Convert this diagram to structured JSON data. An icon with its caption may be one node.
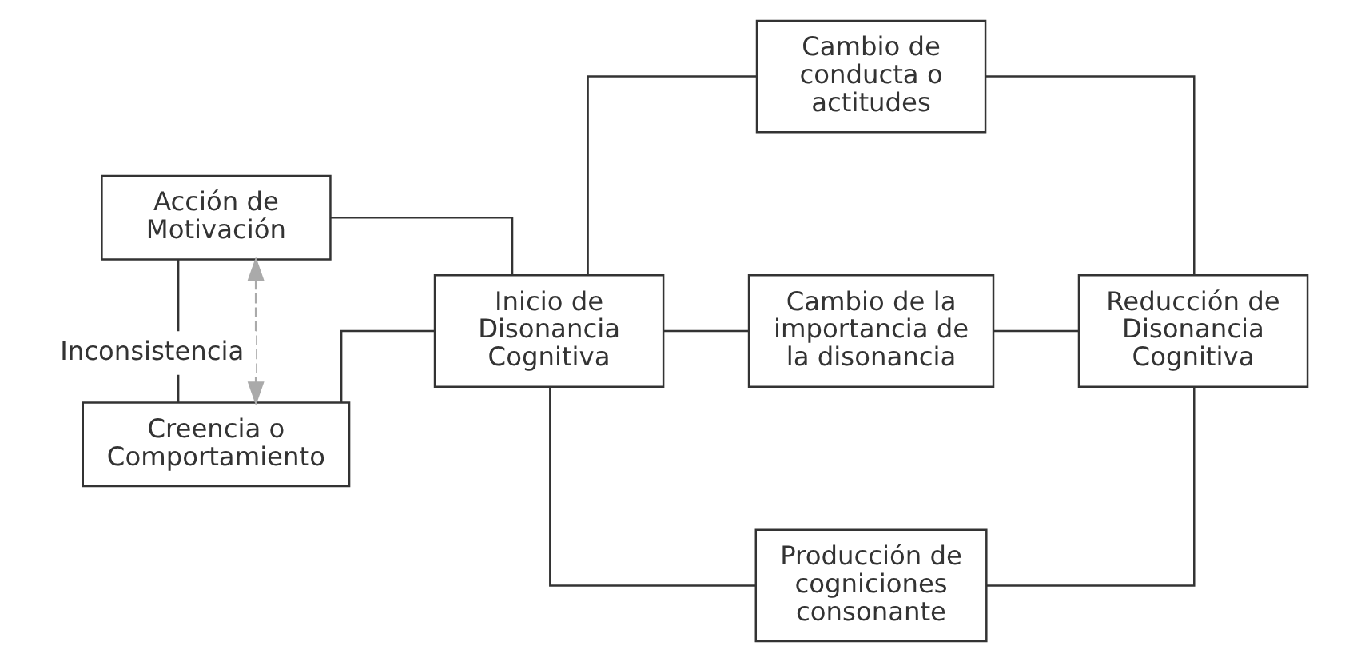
{
  "diagram": {
    "nodes": [
      {
        "text": [
          "Acción de Motivación"
        ]
      },
      {
        "text": [
          "Creencia o Comportamiento"
        ]
      },
      {
        "text": [
          "Inicio de Disonancia Cognitiva"
        ]
      },
      {
        "text": [
          "Cambio de conducta o actitudes"
        ]
      },
      {
        "text": [
          "Cambio de la importancia de la disonancia"
        ]
      },
      {
        "text": [
          "Producción de cogniciones consonante"
        ]
      },
      {
        "text": [
          "Reducción de Disonancia Cognitiva"
        ]
      }
    ],
    "edges": [
      {
        "from": 0,
        "to": 1,
        "arrow": "none"
      },
      {
        "from": 0,
        "to": 1,
        "arrow": "both",
        "style": "dashed",
        "color": "#aaaaaa",
        "label": "Inconsistencia"
      },
      {
        "from": 0,
        "to": 2,
        "arrow": "none"
      },
      {
        "from": 1,
        "to": 2,
        "arrow": "none"
      },
      {
        "from": 2,
        "to": 3,
        "arrow": "none"
      },
      {
        "from": 2,
        "to": 4,
        "arrow": "none"
      },
      {
        "from": 2,
        "to": 5,
        "arrow": "none"
      },
      {
        "from": 3,
        "to": 6,
        "arrow": "none"
      },
      {
        "from": 4,
        "to": 6,
        "arrow": "none"
      },
      {
        "from": 5,
        "to": 6,
        "arrow": "none"
      }
    ]
  }
}
